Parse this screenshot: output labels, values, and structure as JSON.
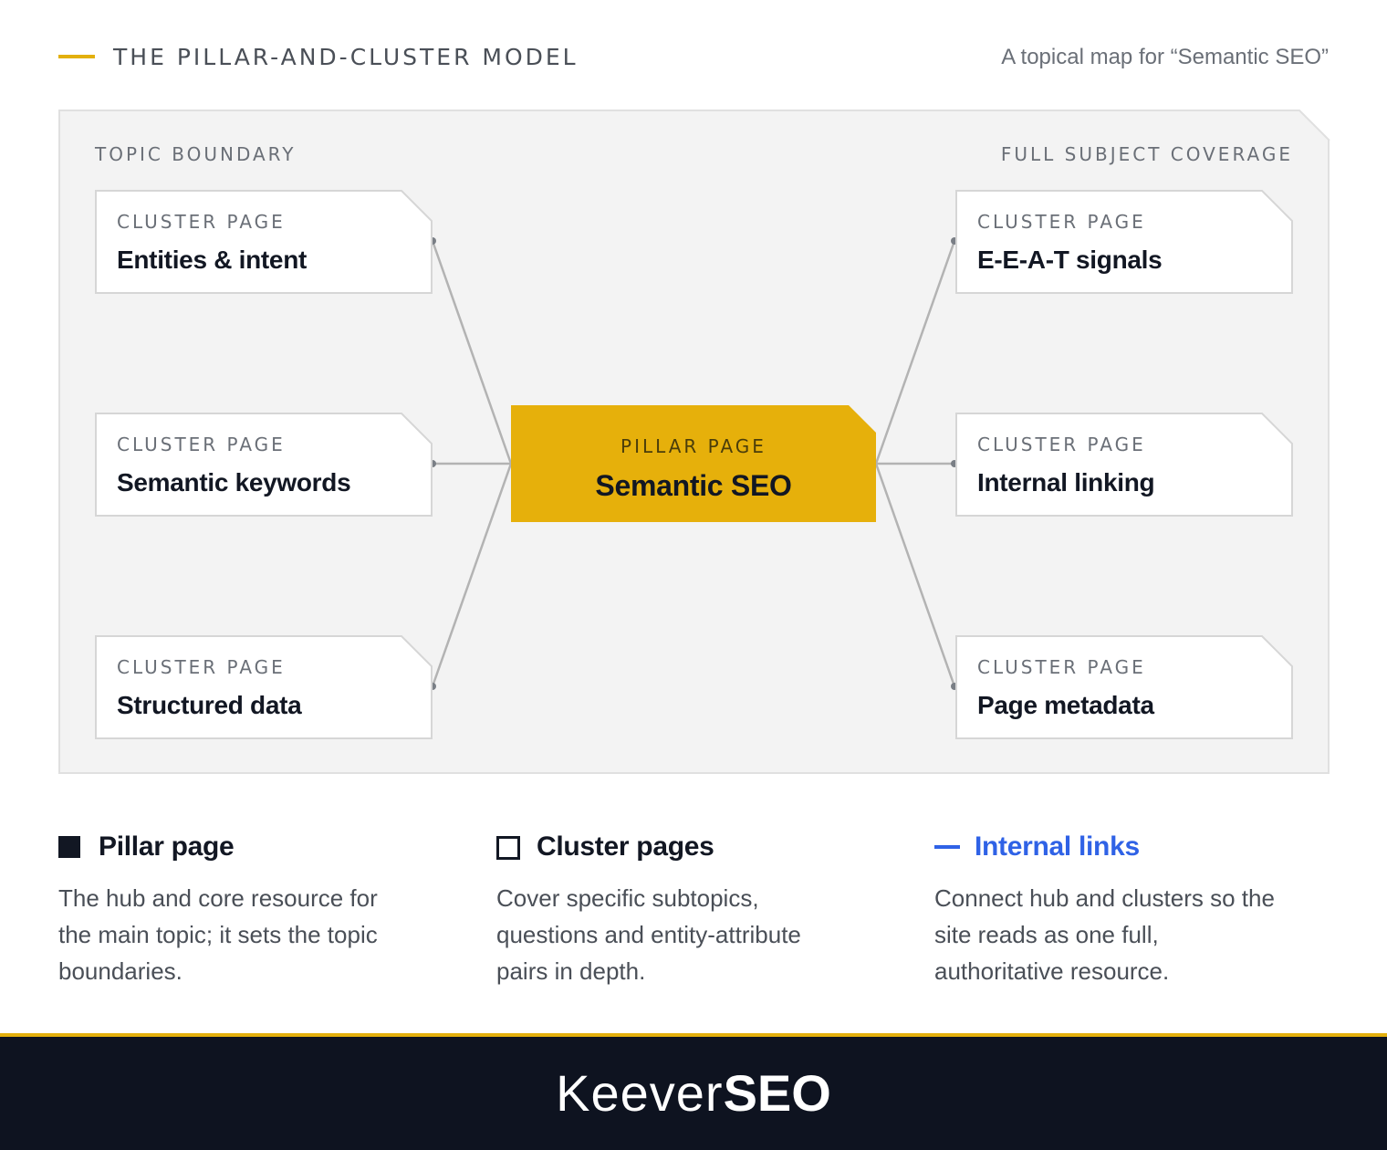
{
  "header": {
    "title": "THE PILLAR-AND-CLUSTER MODEL",
    "subtitle": "A topical map for “Semantic SEO”"
  },
  "diagram": {
    "boundary_label": "TOPIC BOUNDARY",
    "coverage_label": "FULL SUBJECT COVERAGE",
    "pillar": {
      "kicker": "PILLAR PAGE",
      "title": "Semantic SEO"
    },
    "clusters_left": [
      {
        "kicker": "CLUSTER PAGE",
        "title": "Entities & intent"
      },
      {
        "kicker": "CLUSTER PAGE",
        "title": "Semantic keywords"
      },
      {
        "kicker": "CLUSTER PAGE",
        "title": "Structured data"
      }
    ],
    "clusters_right": [
      {
        "kicker": "CLUSTER PAGE",
        "title": "E-E-A-T signals"
      },
      {
        "kicker": "CLUSTER PAGE",
        "title": "Internal linking"
      },
      {
        "kicker": "CLUSTER PAGE",
        "title": "Page metadata"
      }
    ]
  },
  "legend": [
    {
      "title": "Pillar page",
      "icon": "filled-square-icon",
      "description": "The hub and core resource for the main topic; it sets the topic boundaries."
    },
    {
      "title": "Cluster pages",
      "icon": "outline-square-icon",
      "description": "Cover specific subtopics, questions and entity-attribute pairs in depth."
    },
    {
      "title": "Internal links",
      "icon": "link-line-icon",
      "description": "Connect hub and clusters so the site reads as one full, authoritative resource."
    }
  ],
  "footer": {
    "brand_light": "Keever",
    "brand_bold": "SEO"
  },
  "colors": {
    "accent": "#e3b00d",
    "pillar_fill": "#e6b00b",
    "link_blue": "#2f62e6",
    "dark": "#0e1320",
    "boundary_fill": "#f3f3f3"
  }
}
